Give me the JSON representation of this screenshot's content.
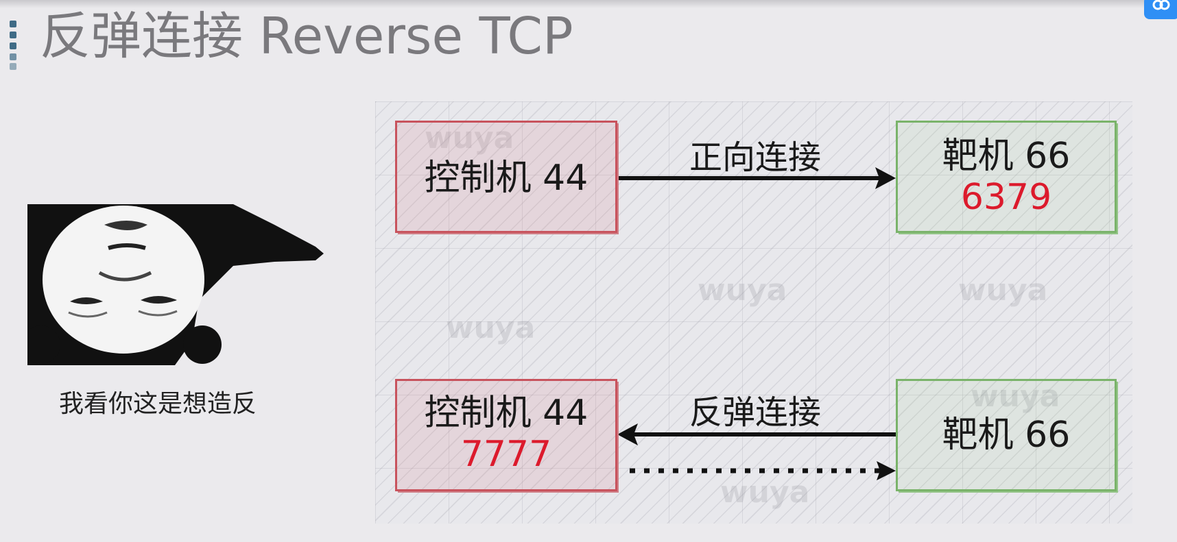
{
  "title": "反弹连接 Reverse TCP",
  "meme": {
    "caption": "我看你这是想造反"
  },
  "diagram": {
    "watermark": "wuya",
    "forward": {
      "source": {
        "name": "控制机 44"
      },
      "target": {
        "name": "靶机 66",
        "port": "6379"
      },
      "label": "正向连接"
    },
    "reverse": {
      "source": {
        "name": "控制机 44",
        "port": "7777"
      },
      "target": {
        "name": "靶机 66"
      },
      "label": "反弹连接"
    }
  }
}
